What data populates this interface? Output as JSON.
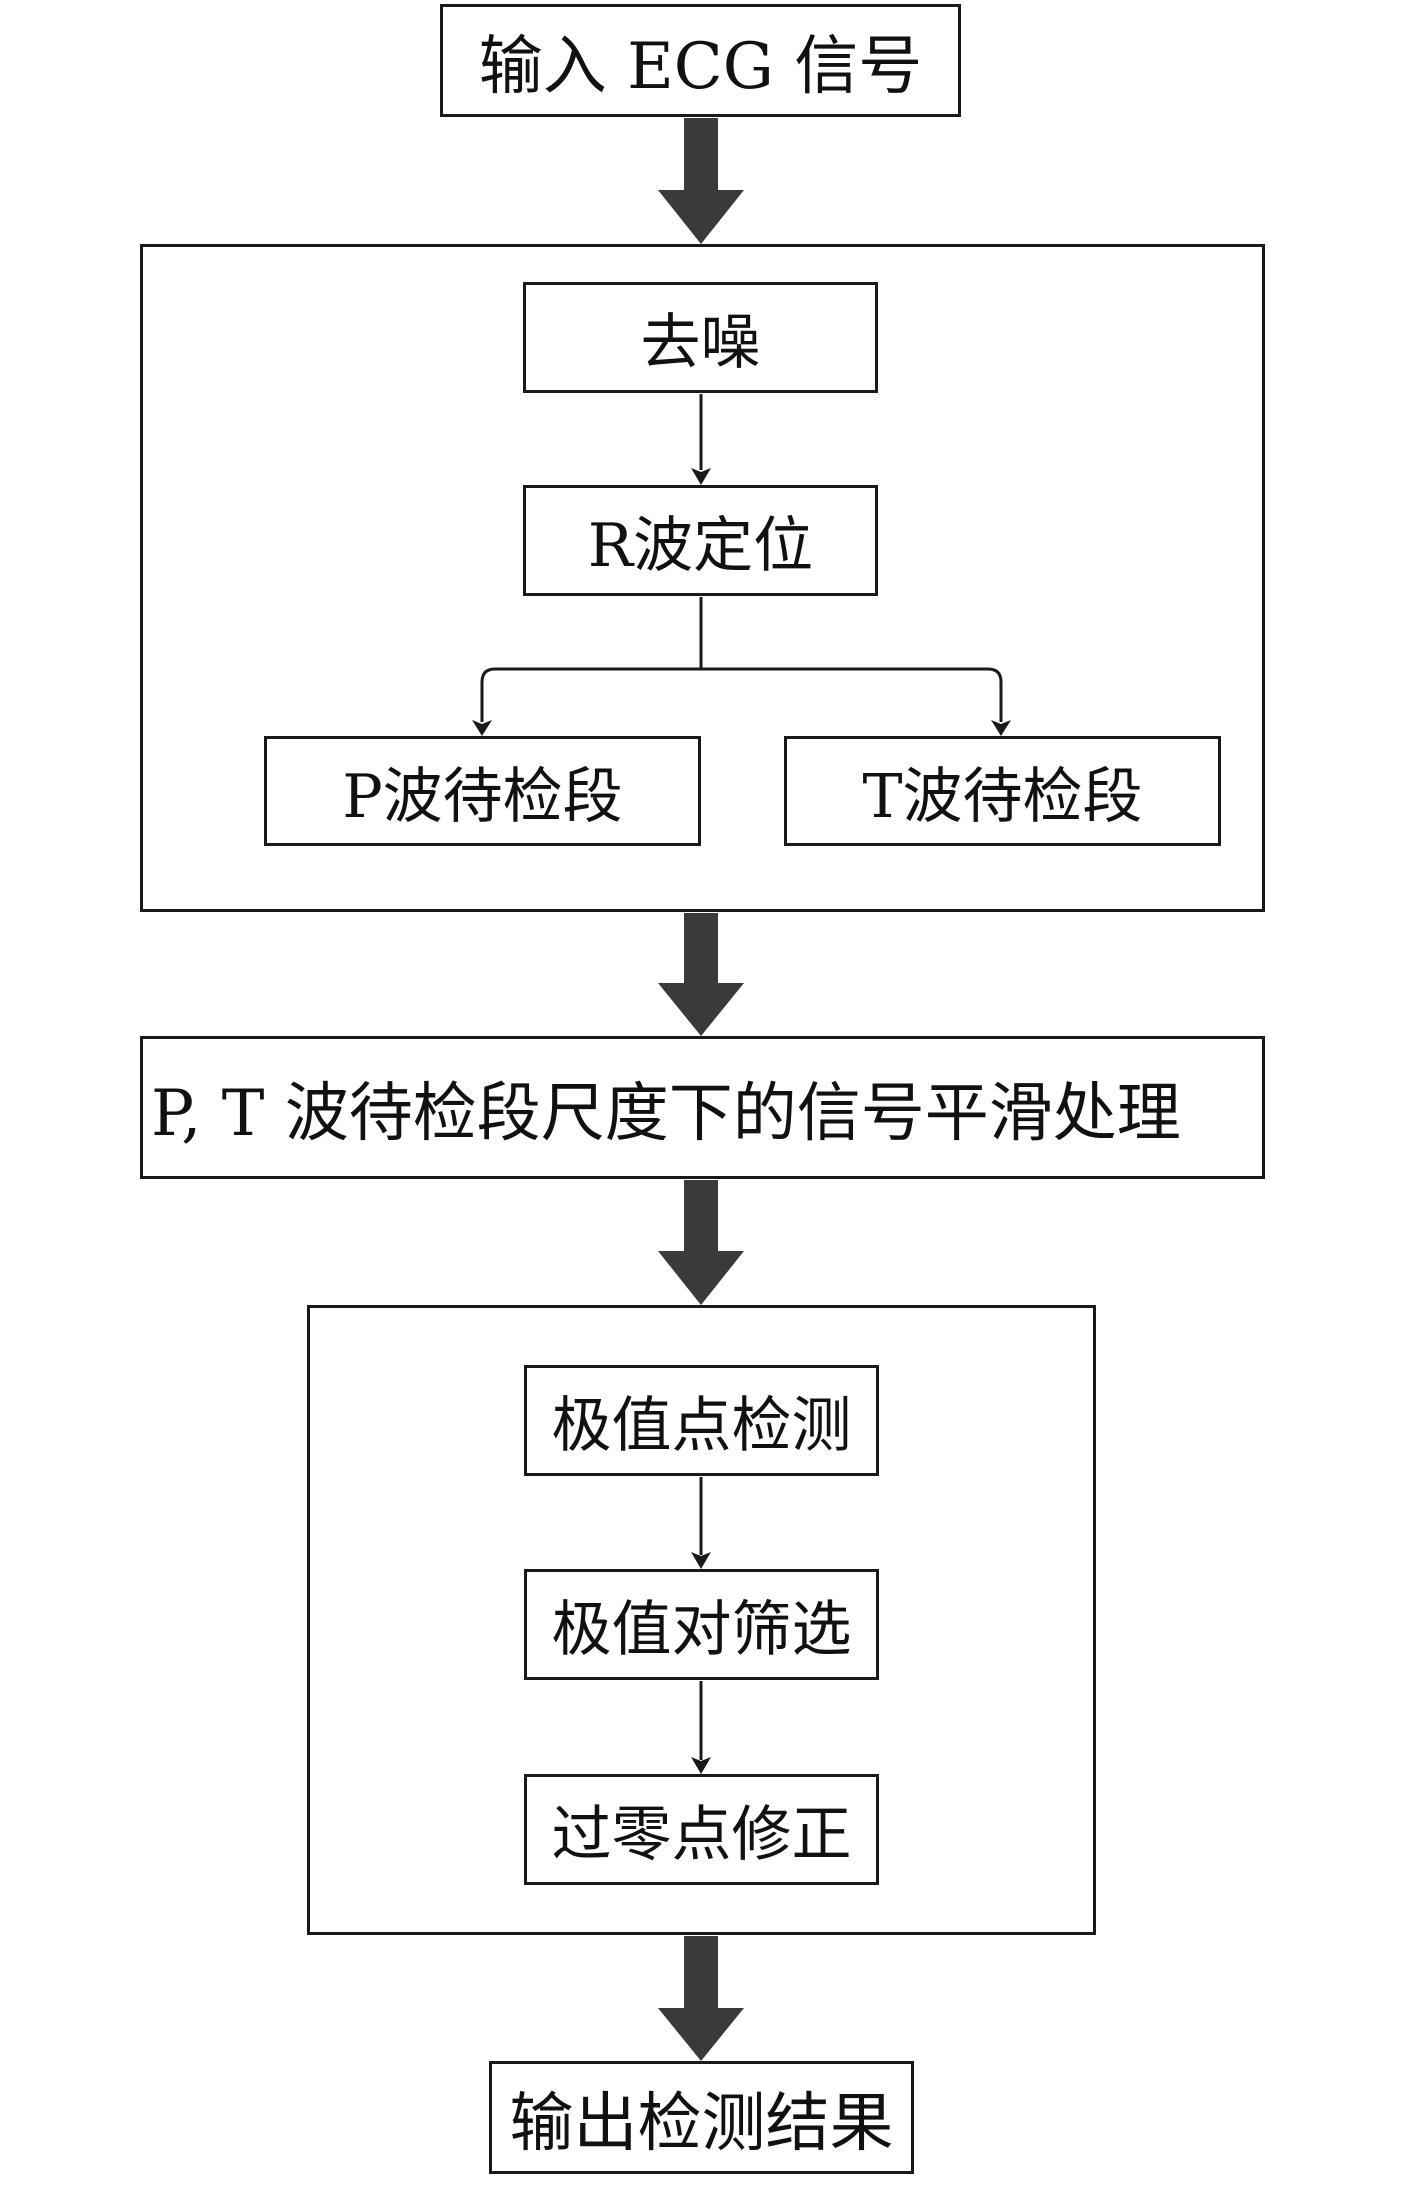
{
  "nodes": {
    "input": "输入 ECG 信号",
    "denoise": "去噪",
    "r_wave": "R波定位",
    "p_segment": "P波待检段",
    "t_segment": "T波待检段",
    "smoothing": "P, T 波待检段尺度下的信号平滑处理",
    "extrema": "极值点检测",
    "pair_filter": "极值对筛选",
    "zero_cross": "过零点修正",
    "output": "输出检测结果"
  },
  "colors": {
    "stroke": "#1a1a1a",
    "thick_arrow": "#3a3a3a",
    "background": "#ffffff"
  }
}
